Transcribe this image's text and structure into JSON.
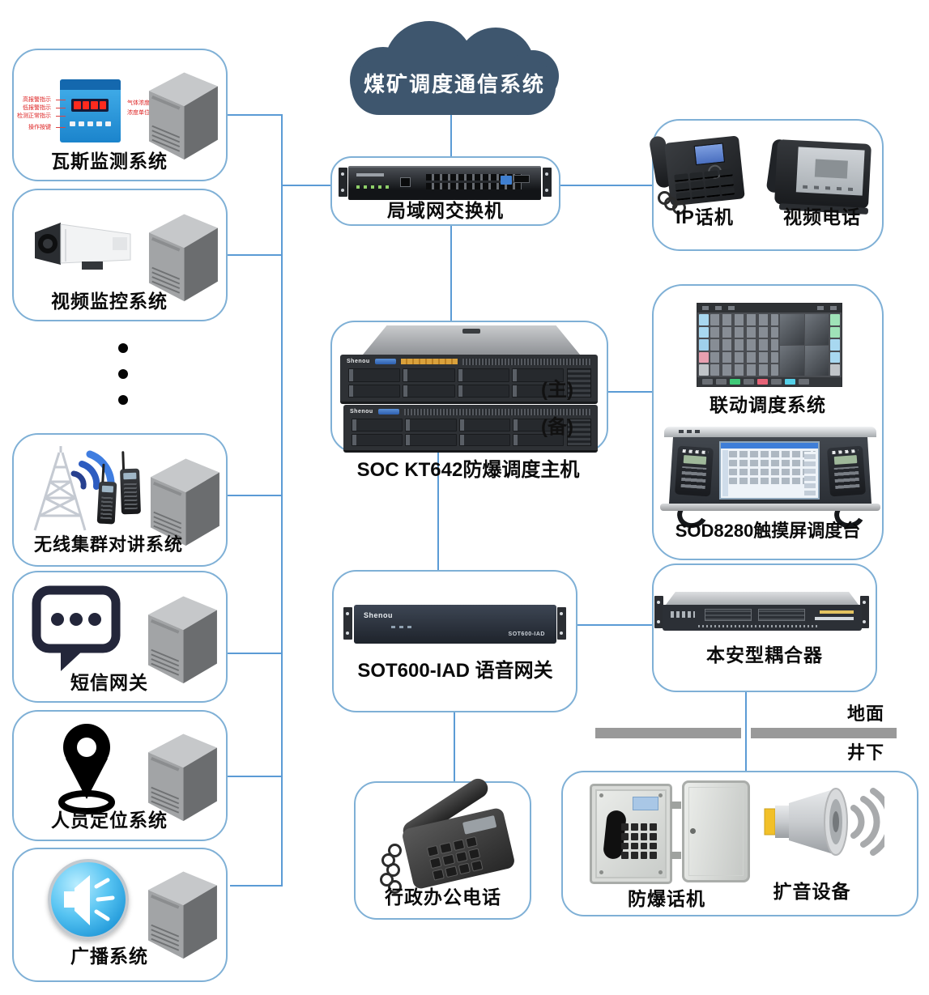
{
  "diagram": {
    "title_cloud": "煤矿调度通信系统",
    "colors": {
      "connector": "#5b9bd5",
      "box_border": "#7fb0d6",
      "cloud": "#3e566e",
      "surface_bar": "#999999"
    },
    "lan_switch": {
      "label": "局域网交换机"
    },
    "top_phones": {
      "ip_phone": "IP话机",
      "video_phone": "视频电话"
    },
    "left_systems": [
      {
        "label": "瓦斯监测系统",
        "annotations_left": [
          "高报警指示",
          "低报警指示",
          "检测正常指示",
          "操作按键"
        ],
        "annotations_right": [
          "气体浓度",
          "浓度单位"
        ]
      },
      {
        "label": "视频监控系统"
      },
      {
        "label": "无线集群对讲系统"
      },
      {
        "label": "短信网关"
      },
      {
        "label": "人员定位系统"
      },
      {
        "label": "广播系统"
      }
    ],
    "soc_host": {
      "caption": "SOC KT642防爆调度主机",
      "primary": "(主)",
      "standby": "(备)",
      "brand": "Shenou"
    },
    "dispatch_right": {
      "linkage_label": "联动调度系统",
      "console_label": "SOD8280触摸屏调度台"
    },
    "voice_gateway": {
      "caption": "SOT600-IAD 语音网关",
      "brand": "Shenou",
      "model": "SOT600-IAD"
    },
    "coupler": {
      "label": "本安型耦合器"
    },
    "ground": {
      "surface": "地面",
      "underground": "井下"
    },
    "office_phone": {
      "label": "行政办公电话"
    },
    "underground_box": {
      "explosion_proof_phone": "防爆话机",
      "loudspeaker": "扩音设备"
    }
  }
}
